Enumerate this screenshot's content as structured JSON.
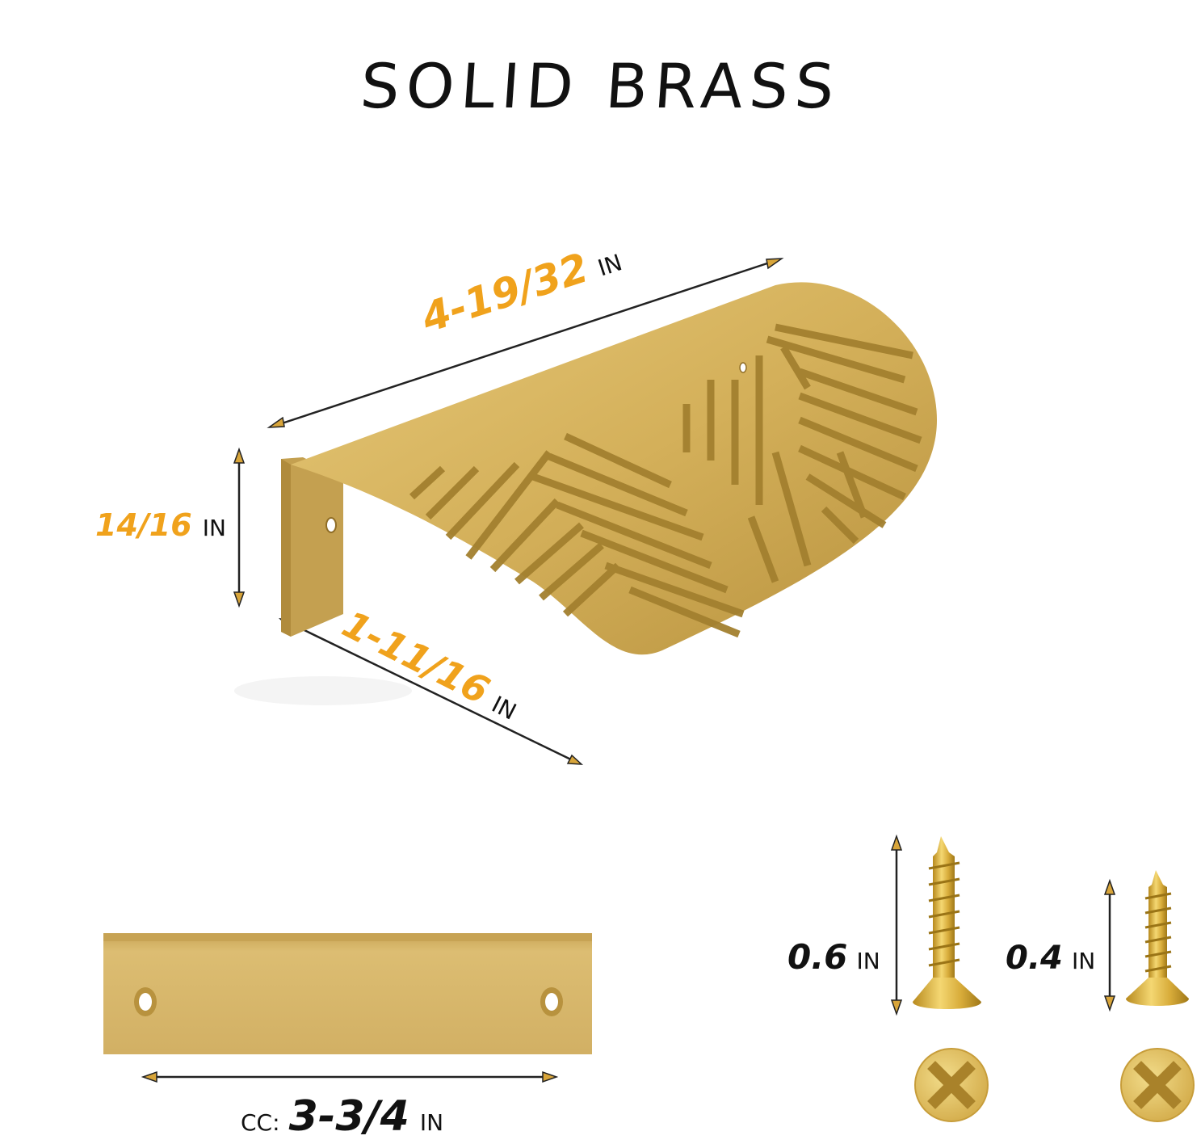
{
  "title": "SOLID BRASS",
  "colors": {
    "accent": "#f0a21c",
    "brass_light": "#e2c36c",
    "brass_mid": "#c9a24a",
    "brass_dark": "#9c7a2e",
    "text": "#111111"
  },
  "handle": {
    "length": {
      "value": "4-19/32",
      "unit": "IN"
    },
    "height": {
      "value": "14/16",
      "unit": "IN"
    },
    "depth": {
      "value": "1-11/16",
      "unit": "IN"
    }
  },
  "back_plate": {
    "cc_label": "CC:",
    "cc_value": "3-3/4",
    "cc_unit": "IN"
  },
  "screws": [
    {
      "value": "0.6",
      "unit": "IN"
    },
    {
      "value": "0.4",
      "unit": "IN"
    }
  ],
  "icons": {
    "arrow": "double-headed-arrow",
    "screw_head": "phillips-head"
  }
}
